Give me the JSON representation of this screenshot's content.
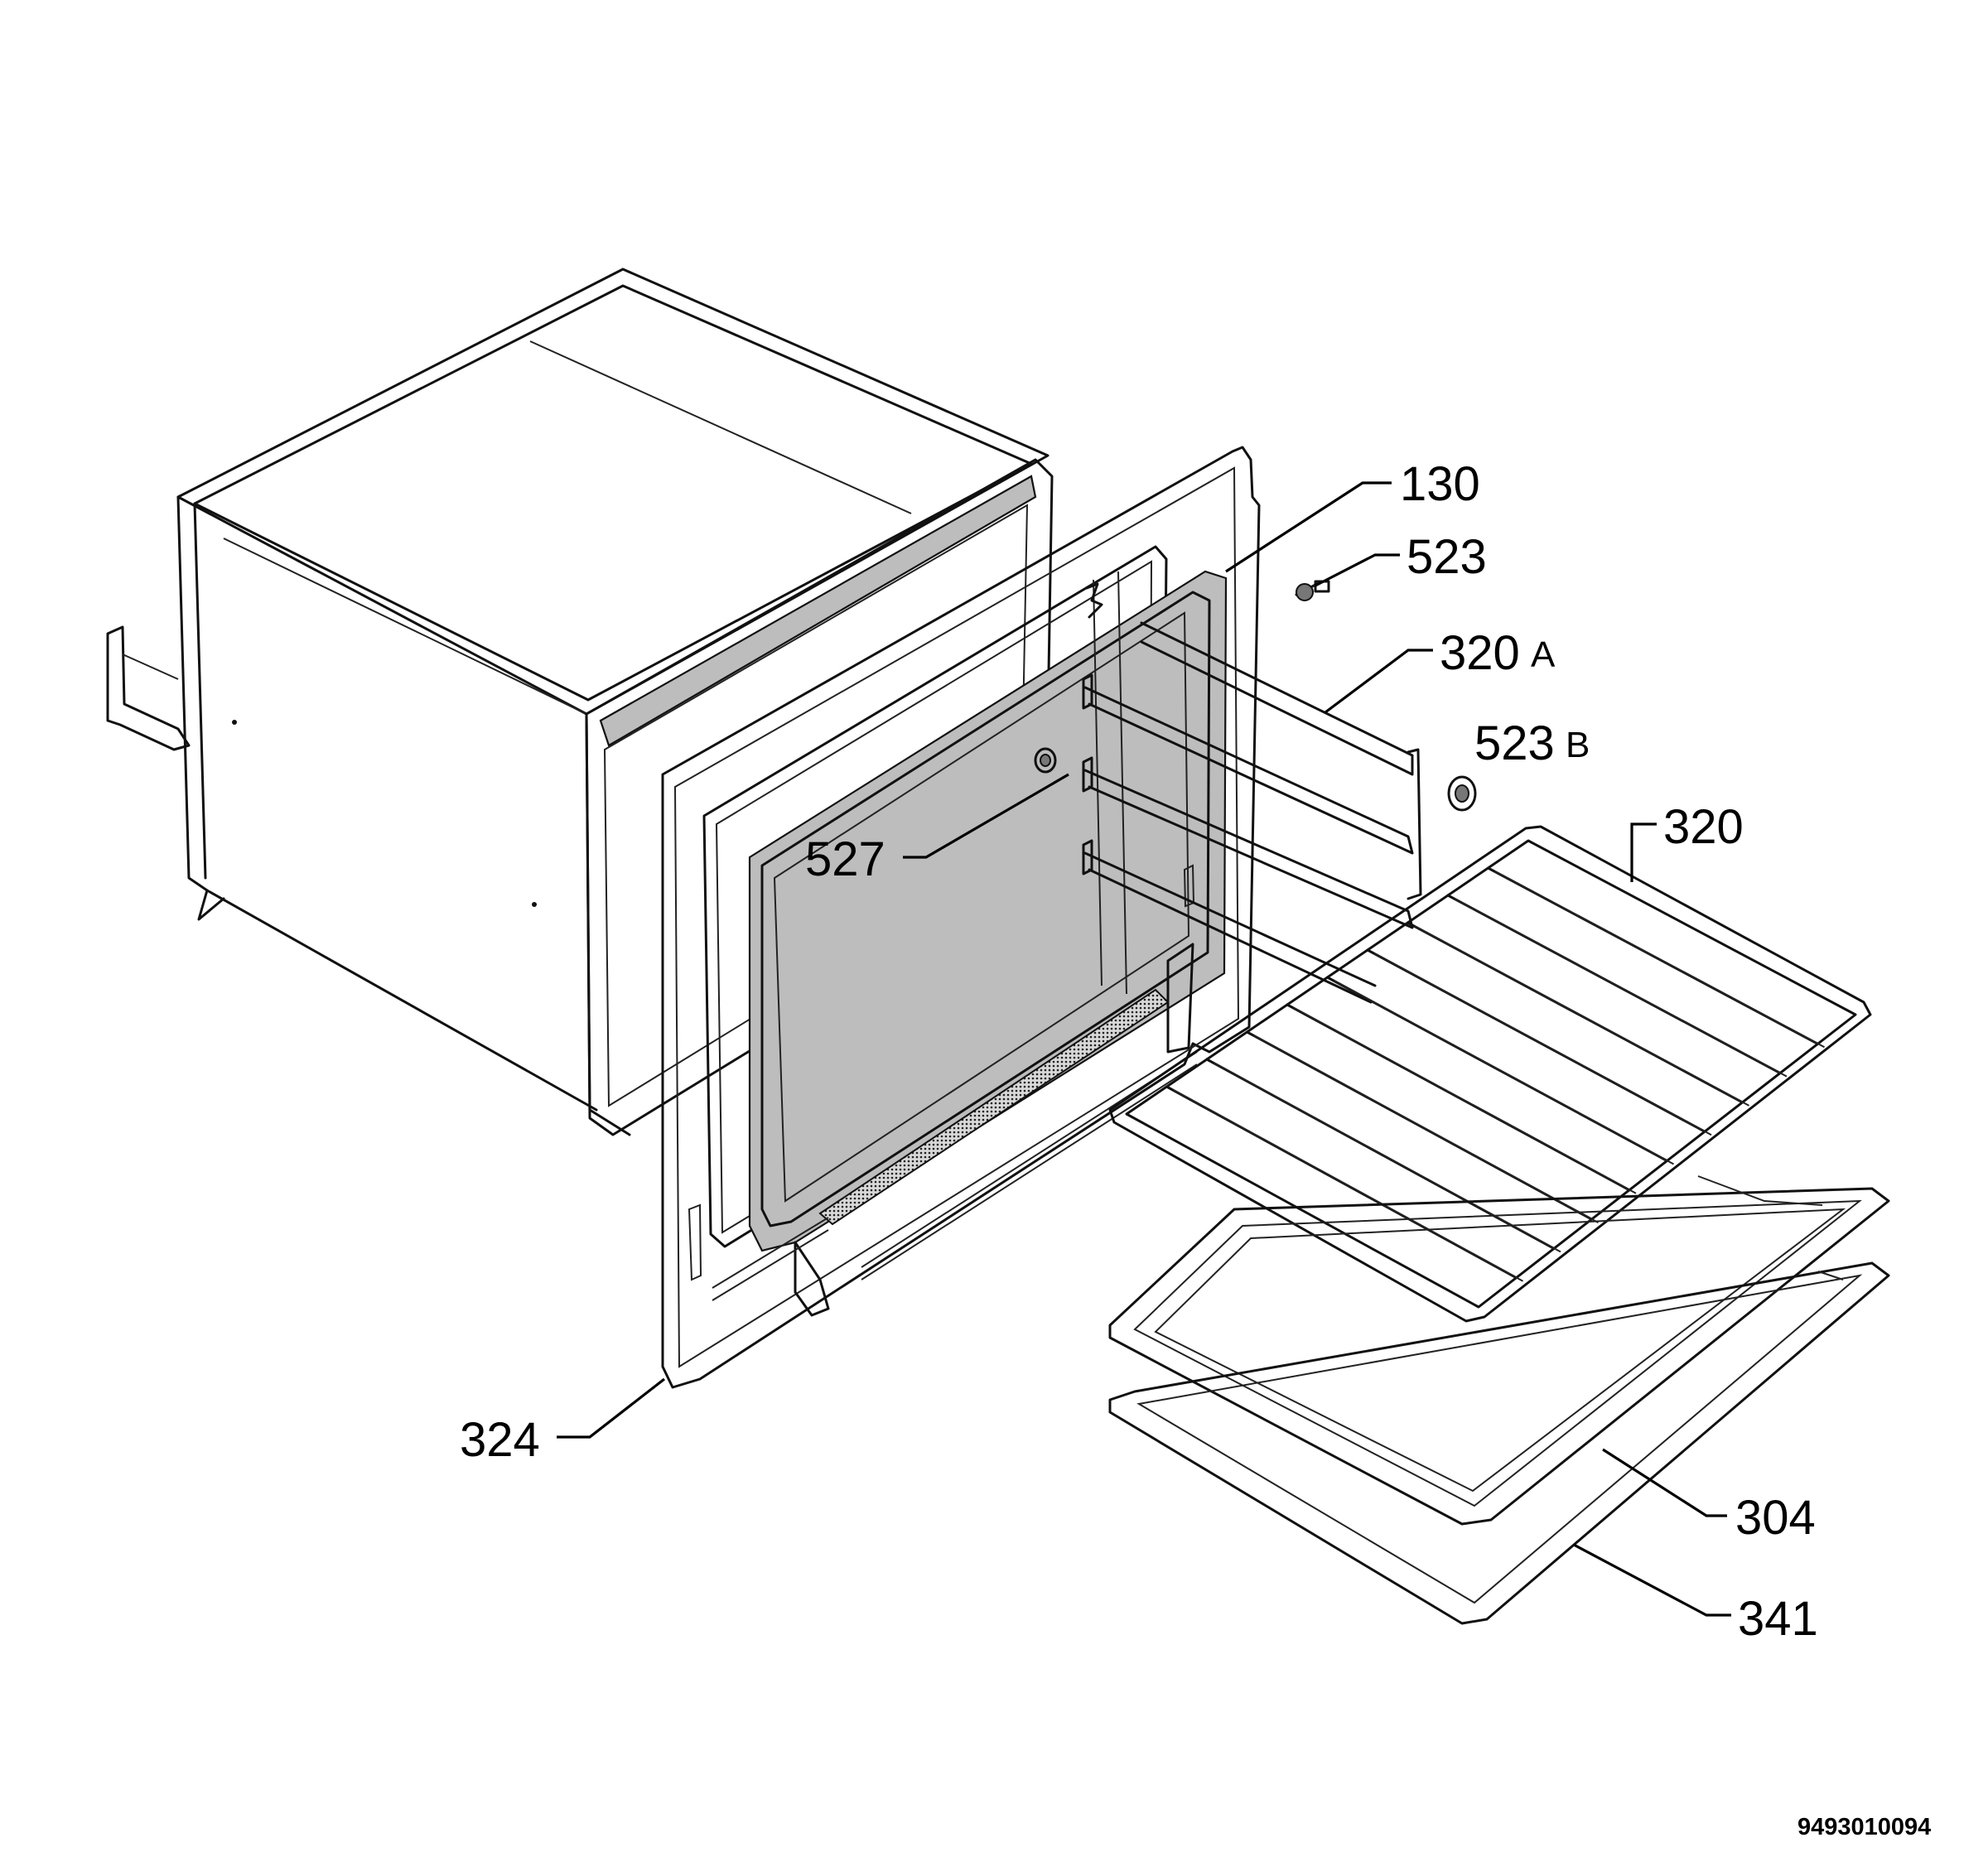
{
  "callouts": {
    "c130": {
      "number": "130",
      "suffix": ""
    },
    "c523": {
      "number": "523",
      "suffix": ""
    },
    "c320a": {
      "number": "320",
      "suffix": "A"
    },
    "c523b": {
      "number": "523",
      "suffix": "B"
    },
    "c320": {
      "number": "320",
      "suffix": ""
    },
    "c527": {
      "number": "527",
      "suffix": ""
    },
    "c324": {
      "number": "324",
      "suffix": ""
    },
    "c304": {
      "number": "304",
      "suffix": ""
    },
    "c341": {
      "number": "341",
      "suffix": ""
    }
  },
  "document_number": "9493010094"
}
